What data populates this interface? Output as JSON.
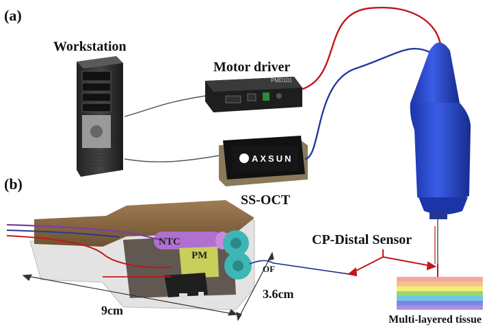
{
  "panels": {
    "a": "(a)",
    "b": "(b)"
  },
  "labels": {
    "workstation": "Workstation",
    "motor_driver": "Motor driver",
    "ss_oct": "SS-OCT",
    "cp_distal_sensor": "CP-Distal Sensor",
    "multi_layered_tissue": "Multi-layered  tissue",
    "ntc": "NTC",
    "pm": "PM",
    "of": "OF",
    "length": "9cm",
    "diameter": "3.6cm"
  },
  "device_text": {
    "oct_brand": "AXSUN",
    "motor_model": "PMD101"
  },
  "colors": {
    "probe_blue": "#2346c9",
    "cable_red": "#c0171a",
    "cable_blue": "#233a9a",
    "housing_brown": "#8a6a45",
    "ntc_purple": "#b070d0",
    "pm_yellow": "#c9cf5a",
    "lens_teal": "#3fb6b6",
    "arrow_red": "#c0171a"
  },
  "tissue_layers": [
    "#f2a7a0",
    "#f6c28b",
    "#f4ee7a",
    "#9bd66b",
    "#6fc6e4",
    "#7f86e0",
    "#a98fe0"
  ]
}
